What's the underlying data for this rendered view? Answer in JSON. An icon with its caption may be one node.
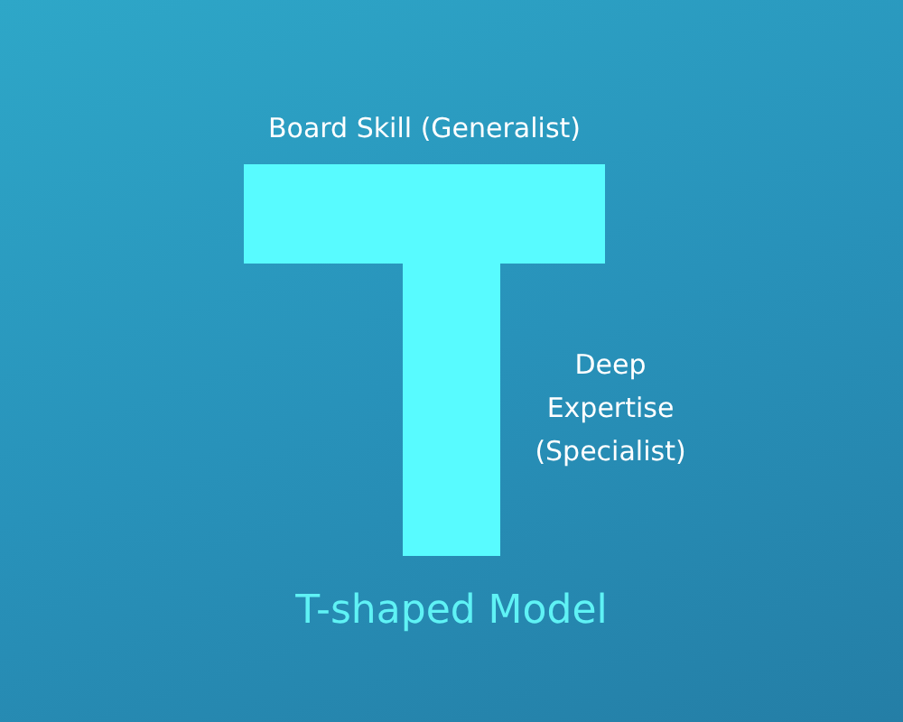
{
  "diagram": {
    "title": "T-shaped Model",
    "nodes": [
      {
        "text": [
          "Board Skill (Generalist)"
        ]
      },
      {
        "text": [
          "Deep Expertise (Specialist)"
        ]
      }
    ]
  }
}
